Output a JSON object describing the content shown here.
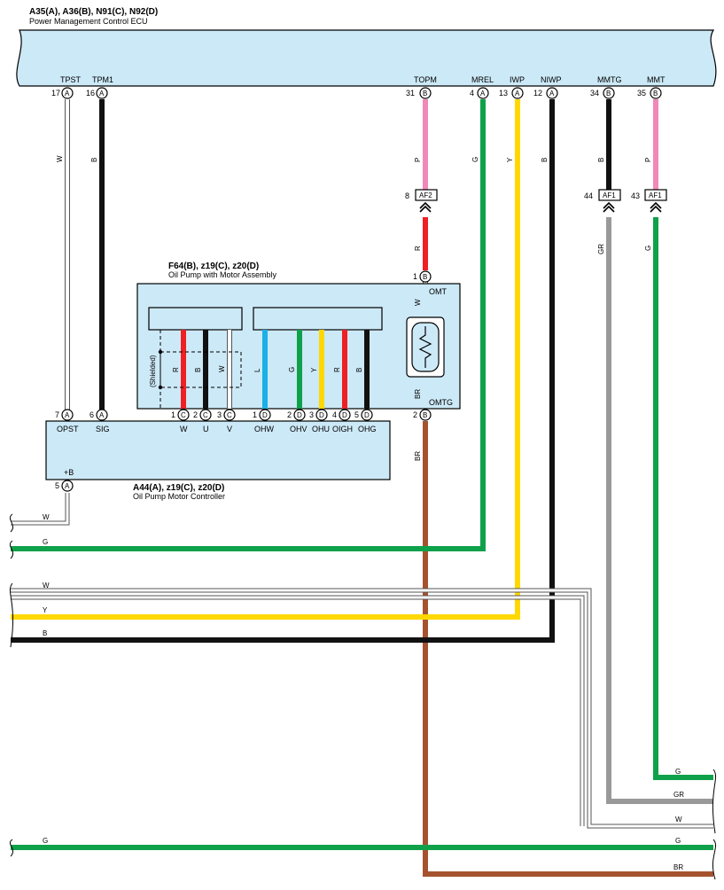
{
  "ecu": {
    "codes": "A35(A), A36(B), N91(C), N92(D)",
    "name": "Power Management Control ECU",
    "terminals": [
      {
        "label": "TPST",
        "num": "17",
        "conn": "A"
      },
      {
        "label": "TPM1",
        "num": "16",
        "conn": "A"
      },
      {
        "label": "TOPM",
        "num": "31",
        "conn": "B"
      },
      {
        "label": "MREL",
        "num": "4",
        "conn": "A"
      },
      {
        "label": "IWP",
        "num": "13",
        "conn": "A"
      },
      {
        "label": "NIWP",
        "num": "12",
        "conn": "A"
      },
      {
        "label": "MMTG",
        "num": "34",
        "conn": "B"
      },
      {
        "label": "MMT",
        "num": "35",
        "conn": "B"
      }
    ]
  },
  "pump": {
    "codes": "F64(B), z19(C), z20(D)",
    "name": "Oil Pump with Motor Assembly",
    "shielded": "(Shielded)",
    "omt": {
      "label": "OMT",
      "num": "1",
      "conn": "B"
    },
    "omtg": {
      "label": "OMTG",
      "num": "2",
      "conn": "B"
    },
    "internal_wires": [
      "R",
      "B",
      "W",
      "L",
      "G",
      "Y",
      "R",
      "B",
      "W",
      "BR"
    ],
    "pins": [
      {
        "num": "1",
        "conn": "C",
        "label": "W"
      },
      {
        "num": "2",
        "conn": "C",
        "label": "U"
      },
      {
        "num": "3",
        "conn": "C",
        "label": "V"
      },
      {
        "num": "1",
        "conn": "D",
        "label": "OHW"
      },
      {
        "num": "2",
        "conn": "D",
        "label": "OHV"
      },
      {
        "num": "3",
        "conn": "D",
        "label": "OHU"
      },
      {
        "num": "4",
        "conn": "D",
        "label": "OIGH"
      },
      {
        "num": "5",
        "conn": "D",
        "label": "OHG"
      }
    ]
  },
  "controller": {
    "codes": "A44(A), z19(C), z20(D)",
    "name": "Oil Pump Motor Controller",
    "opst": {
      "label": "OPST",
      "num": "7",
      "conn": "A"
    },
    "sig": {
      "label": "SIG",
      "num": "6",
      "conn": "A"
    },
    "plusb": {
      "label": "+B",
      "num": "5",
      "conn": "A"
    }
  },
  "junctions": [
    {
      "num": "8",
      "label": "AF2"
    },
    {
      "num": "44",
      "label": "AF1"
    },
    {
      "num": "43",
      "label": "AF1"
    }
  ],
  "wire_colors": {
    "W": "#ffffff",
    "B": "#111111",
    "P": "#f088b8",
    "G": "#0fa14a",
    "Y": "#ffd800",
    "R": "#ee2024",
    "GR": "#999999",
    "BR": "#a5532f",
    "L": "#1ab0e8"
  },
  "wire_labels": {
    "tpst": "W",
    "tpm1": "B",
    "topm": "P",
    "topm_lower": "R",
    "mrel": "G",
    "iwp": "Y",
    "niwp": "B",
    "mmtg": "B",
    "mmtg_lower": "GR",
    "mmt": "P",
    "mmt_lower": "G",
    "omtg": "BR",
    "left_w": "W",
    "left_g": "G",
    "left_w2": "W",
    "left_y": "Y",
    "left_b": "B",
    "right_g": "G",
    "right_gr": "GR",
    "right_w": "W",
    "right_g2": "G",
    "right_br": "BR"
  },
  "colors": {
    "ecu_fill": "#cce9f7",
    "border": "#000000"
  }
}
